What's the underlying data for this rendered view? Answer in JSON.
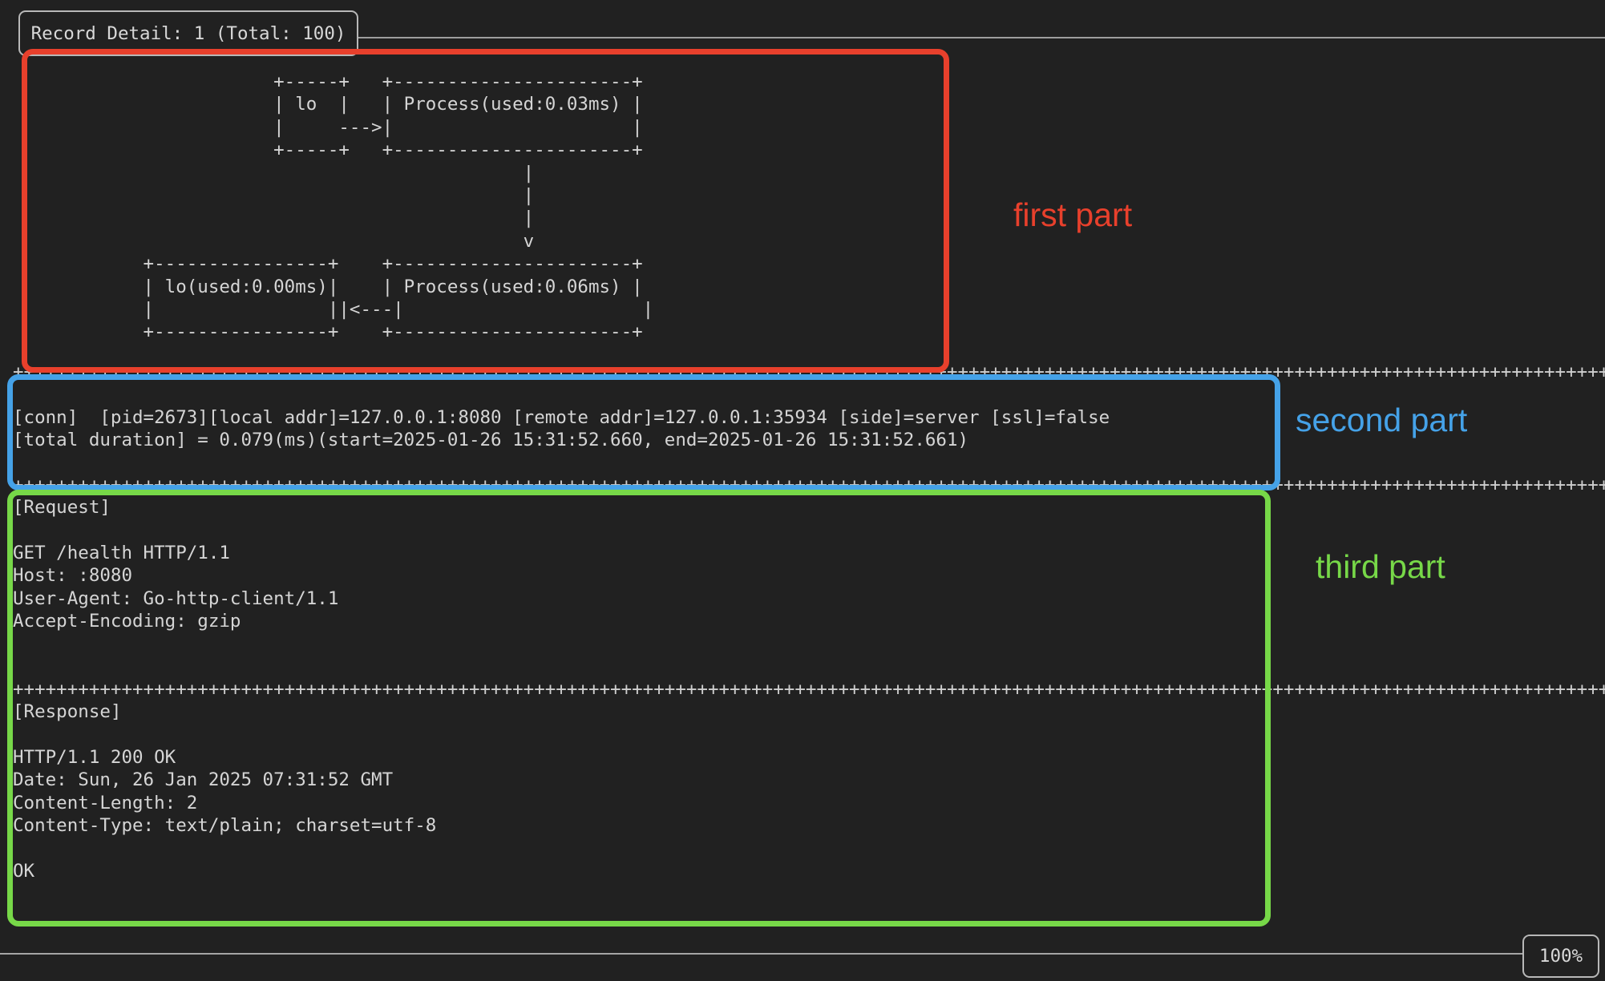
{
  "app": {
    "title": "Record Detail: 1 (Total: 100)",
    "zoom_level": "100%"
  },
  "terminal": {
    "separator_row": "++++++++++++++++++++++++++++++++++++++++++++++++++++++++++++++++++++++++++++++++++++++++++++++++++++++++++++++++++++++++++++++++++++++++++++++++++++++",
    "diagram": {
      "lines": [
        "                        +-----+   +----------------------+",
        "                        | lo  |   | Process(used:0.03ms) |",
        "                        |     --->|                      |",
        "                        +-----+   +----------------------+",
        "                                               |",
        "                                               |",
        "                                               |",
        "                                               v",
        "            +----------------+    +----------------------+",
        "            | lo(used:0.00ms)|    | Process(used:0.06ms) |",
        "            |                ||<---|                      |",
        "            +----------------+    +----------------------+"
      ]
    },
    "connection": {
      "lines": [
        "[conn]  [pid=2673][local addr]=127.0.0.1:8080 [remote addr]=127.0.0.1:35934 [side]=server [ssl]=false",
        "[total duration] = 0.079(ms)(start=2025-01-26 15:31:52.660, end=2025-01-26 15:31:52.661)"
      ]
    },
    "request": {
      "lines": [
        "[Request]",
        "",
        "GET /health HTTP/1.1",
        "Host: :8080",
        "User-Agent: Go-http-client/1.1",
        "Accept-Encoding: gzip"
      ]
    },
    "response": {
      "lines": [
        "[Response]",
        "",
        "HTTP/1.1 200 OK",
        "Date: Sun, 26 Jan 2025 07:31:52 GMT",
        "Content-Length: 2",
        "Content-Type: text/plain; charset=utf-8",
        "",
        "OK"
      ]
    }
  },
  "annotations": {
    "first": {
      "label": "first part",
      "color": "#e8402c"
    },
    "second": {
      "label": "second part",
      "color": "#45a2e8"
    },
    "third": {
      "label": "third part",
      "color": "#77d848"
    }
  }
}
